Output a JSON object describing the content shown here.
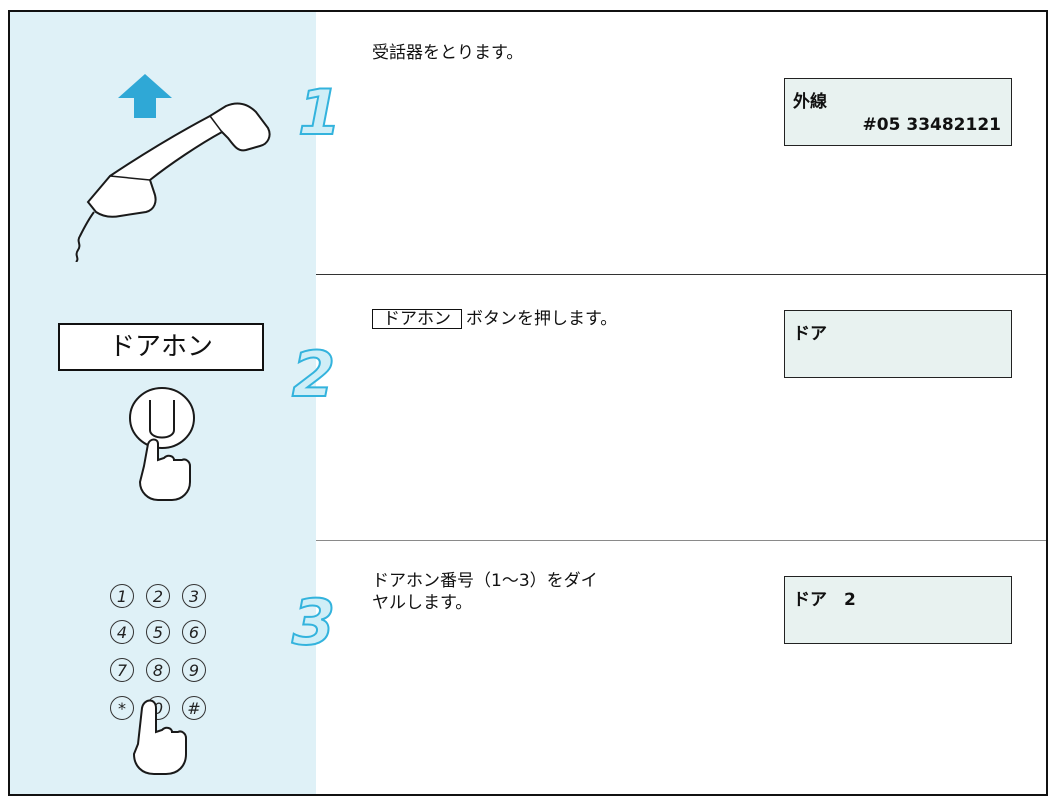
{
  "steps": [
    {
      "number": "1",
      "instruction": "受話器をとります。",
      "display": {
        "line1": "外線",
        "line2": "#05 33482121"
      }
    },
    {
      "number": "2",
      "instruction_key": "ドアホン",
      "instruction_rest": "ボタンを押します。",
      "button_label": "ドアホン",
      "display": {
        "line1": "ドア"
      }
    },
    {
      "number": "3",
      "instruction_line1": "ドアホン番号（1〜3）をダイ",
      "instruction_line2": "ヤルします。",
      "display": {
        "line1": "ドア　2"
      },
      "keypad": [
        "1",
        "2",
        "3",
        "4",
        "5",
        "6",
        "7",
        "8",
        "9",
        "*",
        "0",
        "#"
      ]
    }
  ],
  "colors": {
    "accent": "#33b3dd",
    "panel": "#dff1f7",
    "lcd": "#e8f2f0"
  },
  "icons": [
    "handset-icon",
    "up-arrow-icon",
    "pressing-finger-icon"
  ]
}
